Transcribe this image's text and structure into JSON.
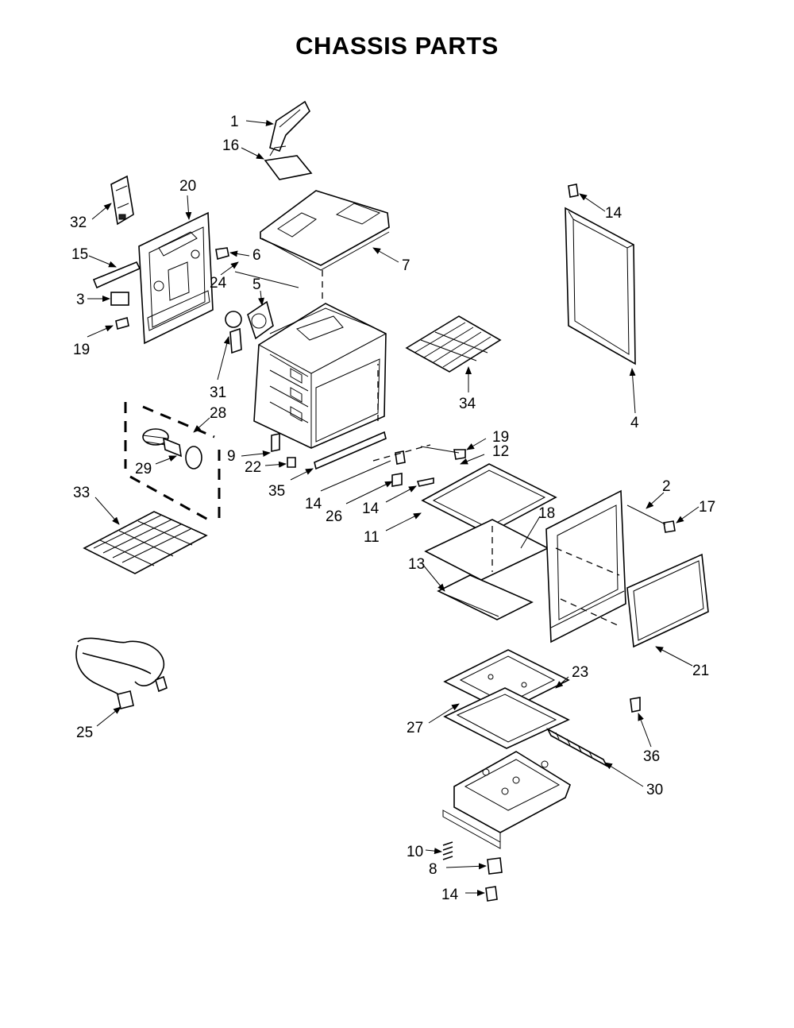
{
  "title": "CHASSIS PARTS",
  "part_labels": [
    "1",
    "16",
    "32",
    "20",
    "15",
    "6",
    "7",
    "3",
    "24",
    "5",
    "19",
    "31",
    "28",
    "29",
    "9",
    "22",
    "35",
    "14",
    "26",
    "14",
    "11",
    "12",
    "19",
    "33",
    "34",
    "14",
    "4",
    "2",
    "17",
    "18",
    "13",
    "21",
    "25",
    "27",
    "23",
    "36",
    "30",
    "10",
    "8",
    "14"
  ]
}
